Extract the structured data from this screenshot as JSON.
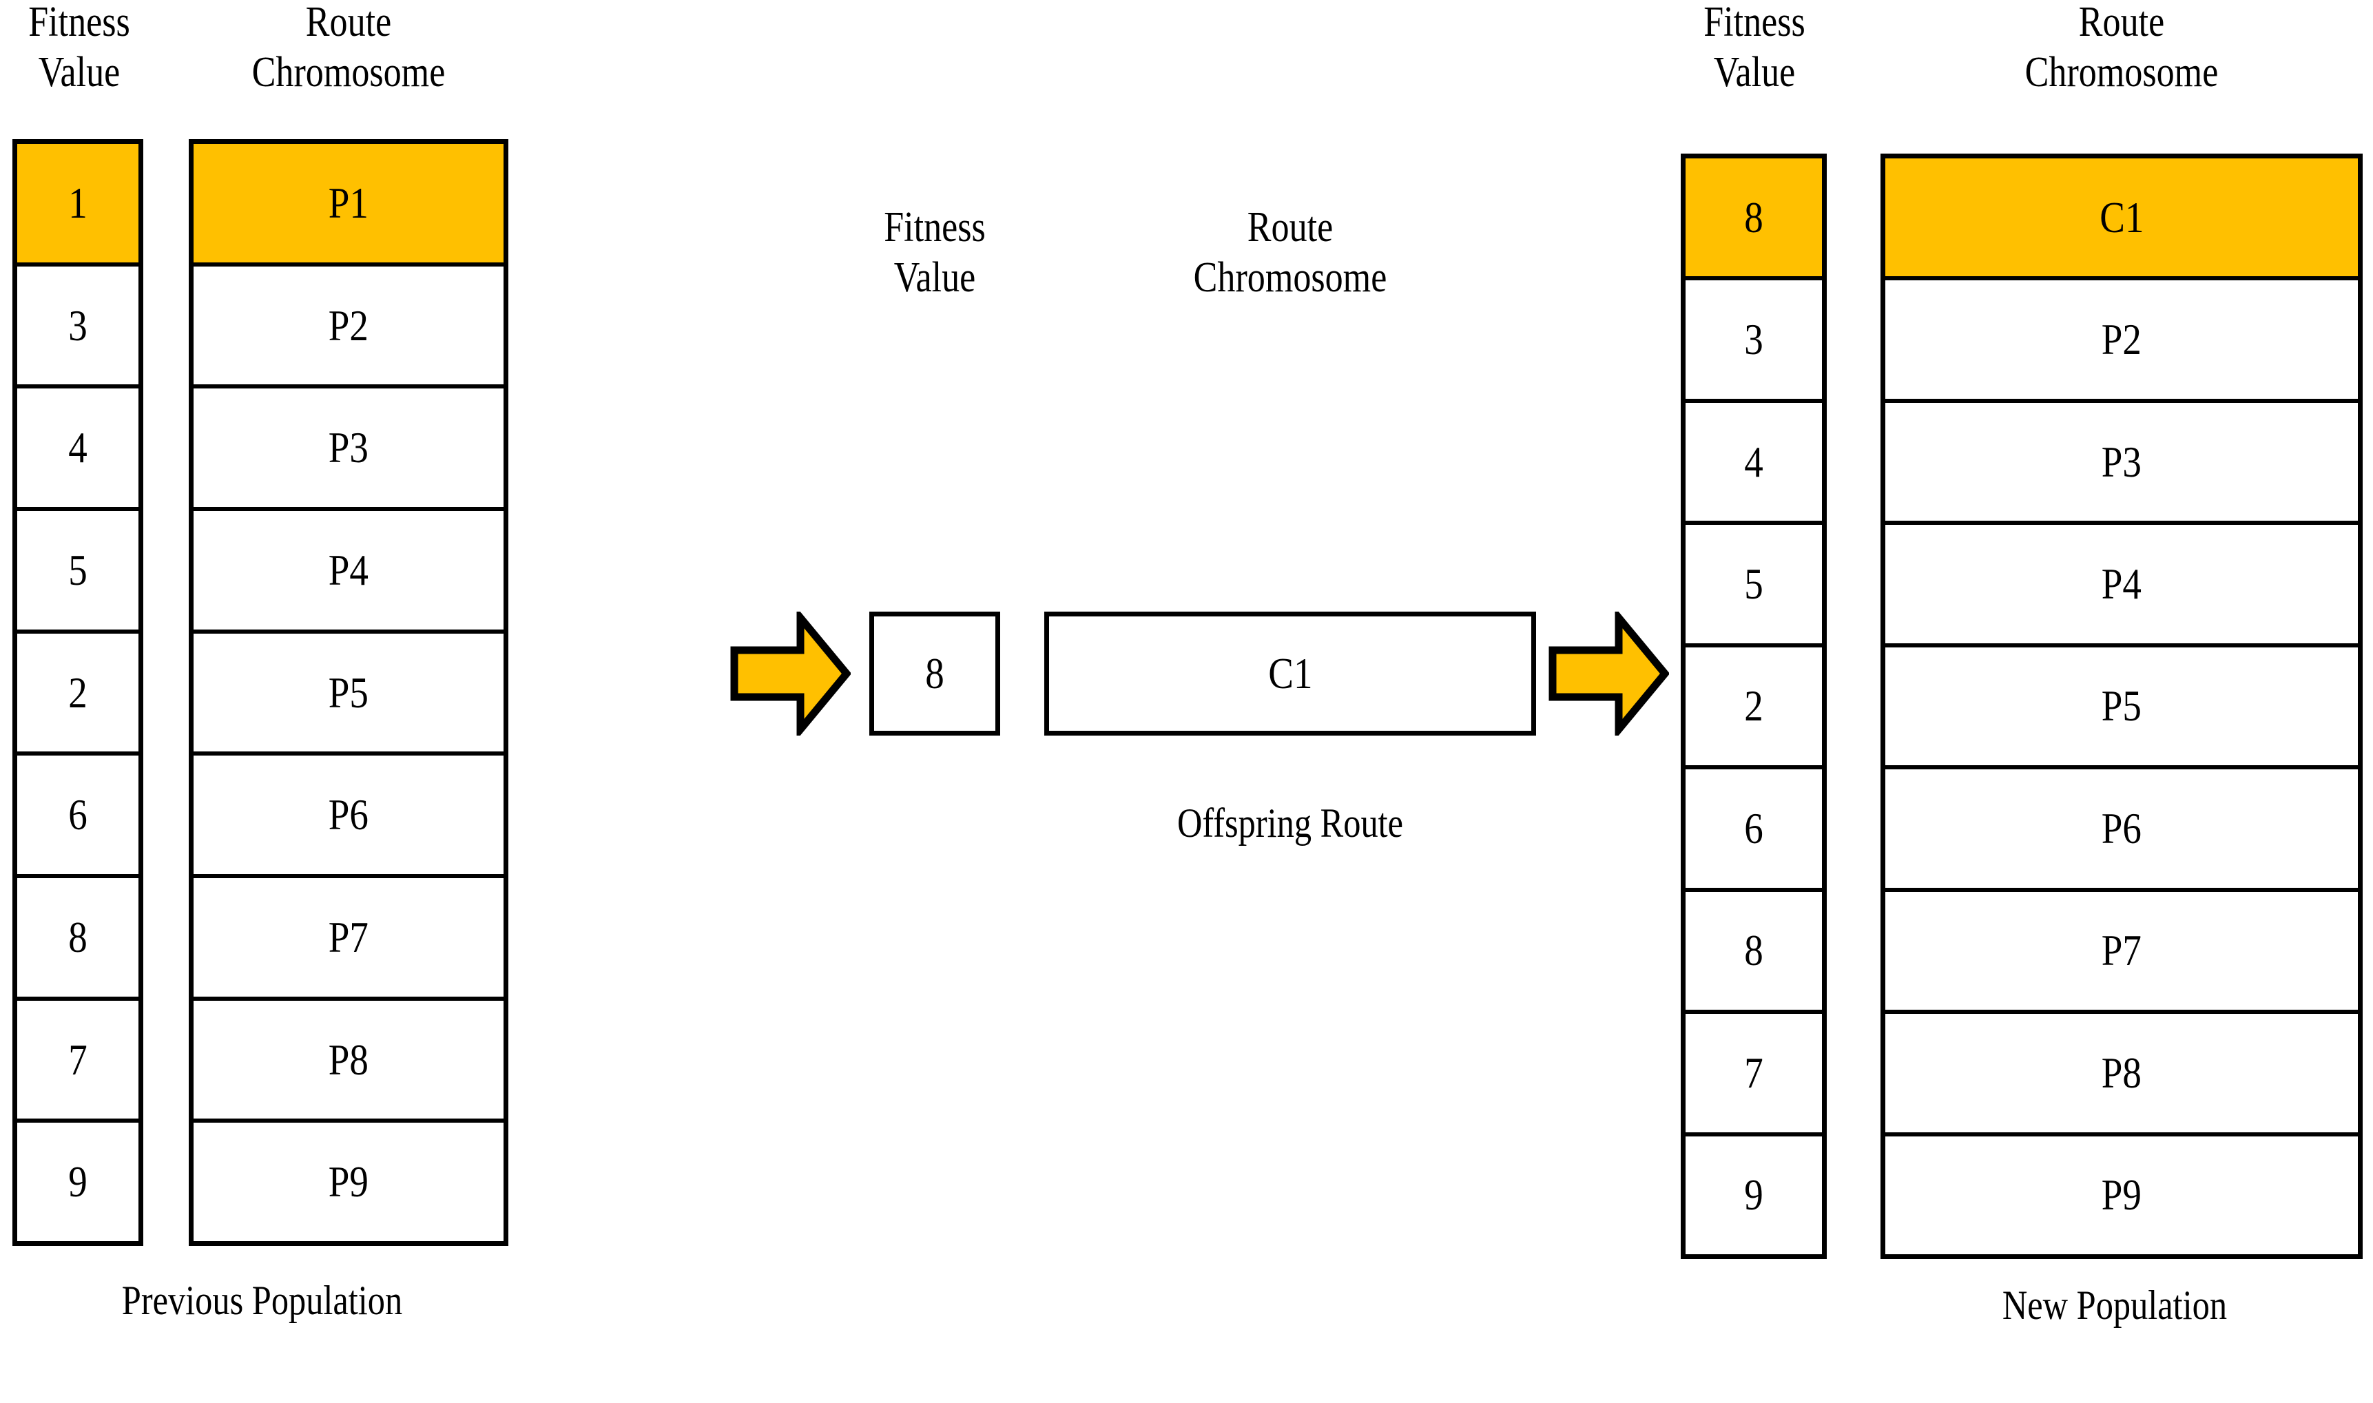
{
  "diagram": {
    "title_hidden": "",
    "accent_color": "#FFC000",
    "line_color": "#000000"
  },
  "previous_population": {
    "fitness_header": "Fitness\nValue",
    "route_header": "Route\nChromosome",
    "caption": "Previous Population",
    "rows": [
      {
        "fitness": "1",
        "route": "P1",
        "highlight": true
      },
      {
        "fitness": "3",
        "route": "P2",
        "highlight": false
      },
      {
        "fitness": "4",
        "route": "P3",
        "highlight": false
      },
      {
        "fitness": "5",
        "route": "P4",
        "highlight": false
      },
      {
        "fitness": "2",
        "route": "P5",
        "highlight": false
      },
      {
        "fitness": "6",
        "route": "P6",
        "highlight": false
      },
      {
        "fitness": "8",
        "route": "P7",
        "highlight": false
      },
      {
        "fitness": "7",
        "route": "P8",
        "highlight": false
      },
      {
        "fitness": "9",
        "route": "P9",
        "highlight": false
      }
    ]
  },
  "offspring": {
    "fitness_header": "Fitness\nValue",
    "route_header": "Route\nChromosome",
    "caption": "Offspring Route",
    "fitness": "8",
    "route": "C1"
  },
  "new_population": {
    "fitness_header": "Fitness\nValue",
    "route_header": "Route\nChromosome",
    "caption": "New Population",
    "rows": [
      {
        "fitness": "8",
        "route": "C1",
        "highlight": true
      },
      {
        "fitness": "3",
        "route": "P2",
        "highlight": false
      },
      {
        "fitness": "4",
        "route": "P3",
        "highlight": false
      },
      {
        "fitness": "5",
        "route": "P4",
        "highlight": false
      },
      {
        "fitness": "2",
        "route": "P5",
        "highlight": false
      },
      {
        "fitness": "6",
        "route": "P6",
        "highlight": false
      },
      {
        "fitness": "8",
        "route": "P7",
        "highlight": false
      },
      {
        "fitness": "7",
        "route": "P8",
        "highlight": false
      },
      {
        "fitness": "9",
        "route": "P9",
        "highlight": false
      }
    ]
  },
  "arrows": {
    "left_arrow_label": "arrow-right",
    "right_arrow_label": "arrow-right"
  }
}
